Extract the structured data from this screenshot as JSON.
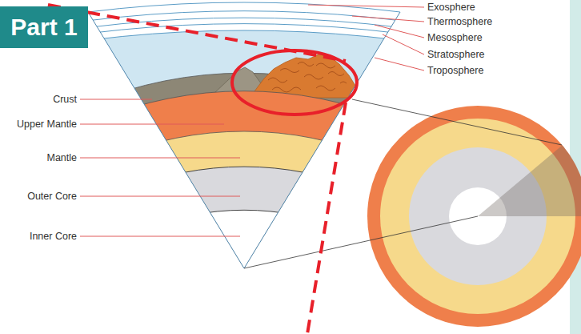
{
  "diagram": {
    "nodes": [
      {
        "text": [
          "Part 1"
        ]
      }
    ],
    "labels": [
      "Crust",
      "Upper Mantle",
      "Mantle",
      "Outer Core",
      "Inner Core",
      "Exosphere",
      "Thermosphere",
      "Mesosphere",
      "Stratosphere",
      "Troposphere"
    ]
  }
}
